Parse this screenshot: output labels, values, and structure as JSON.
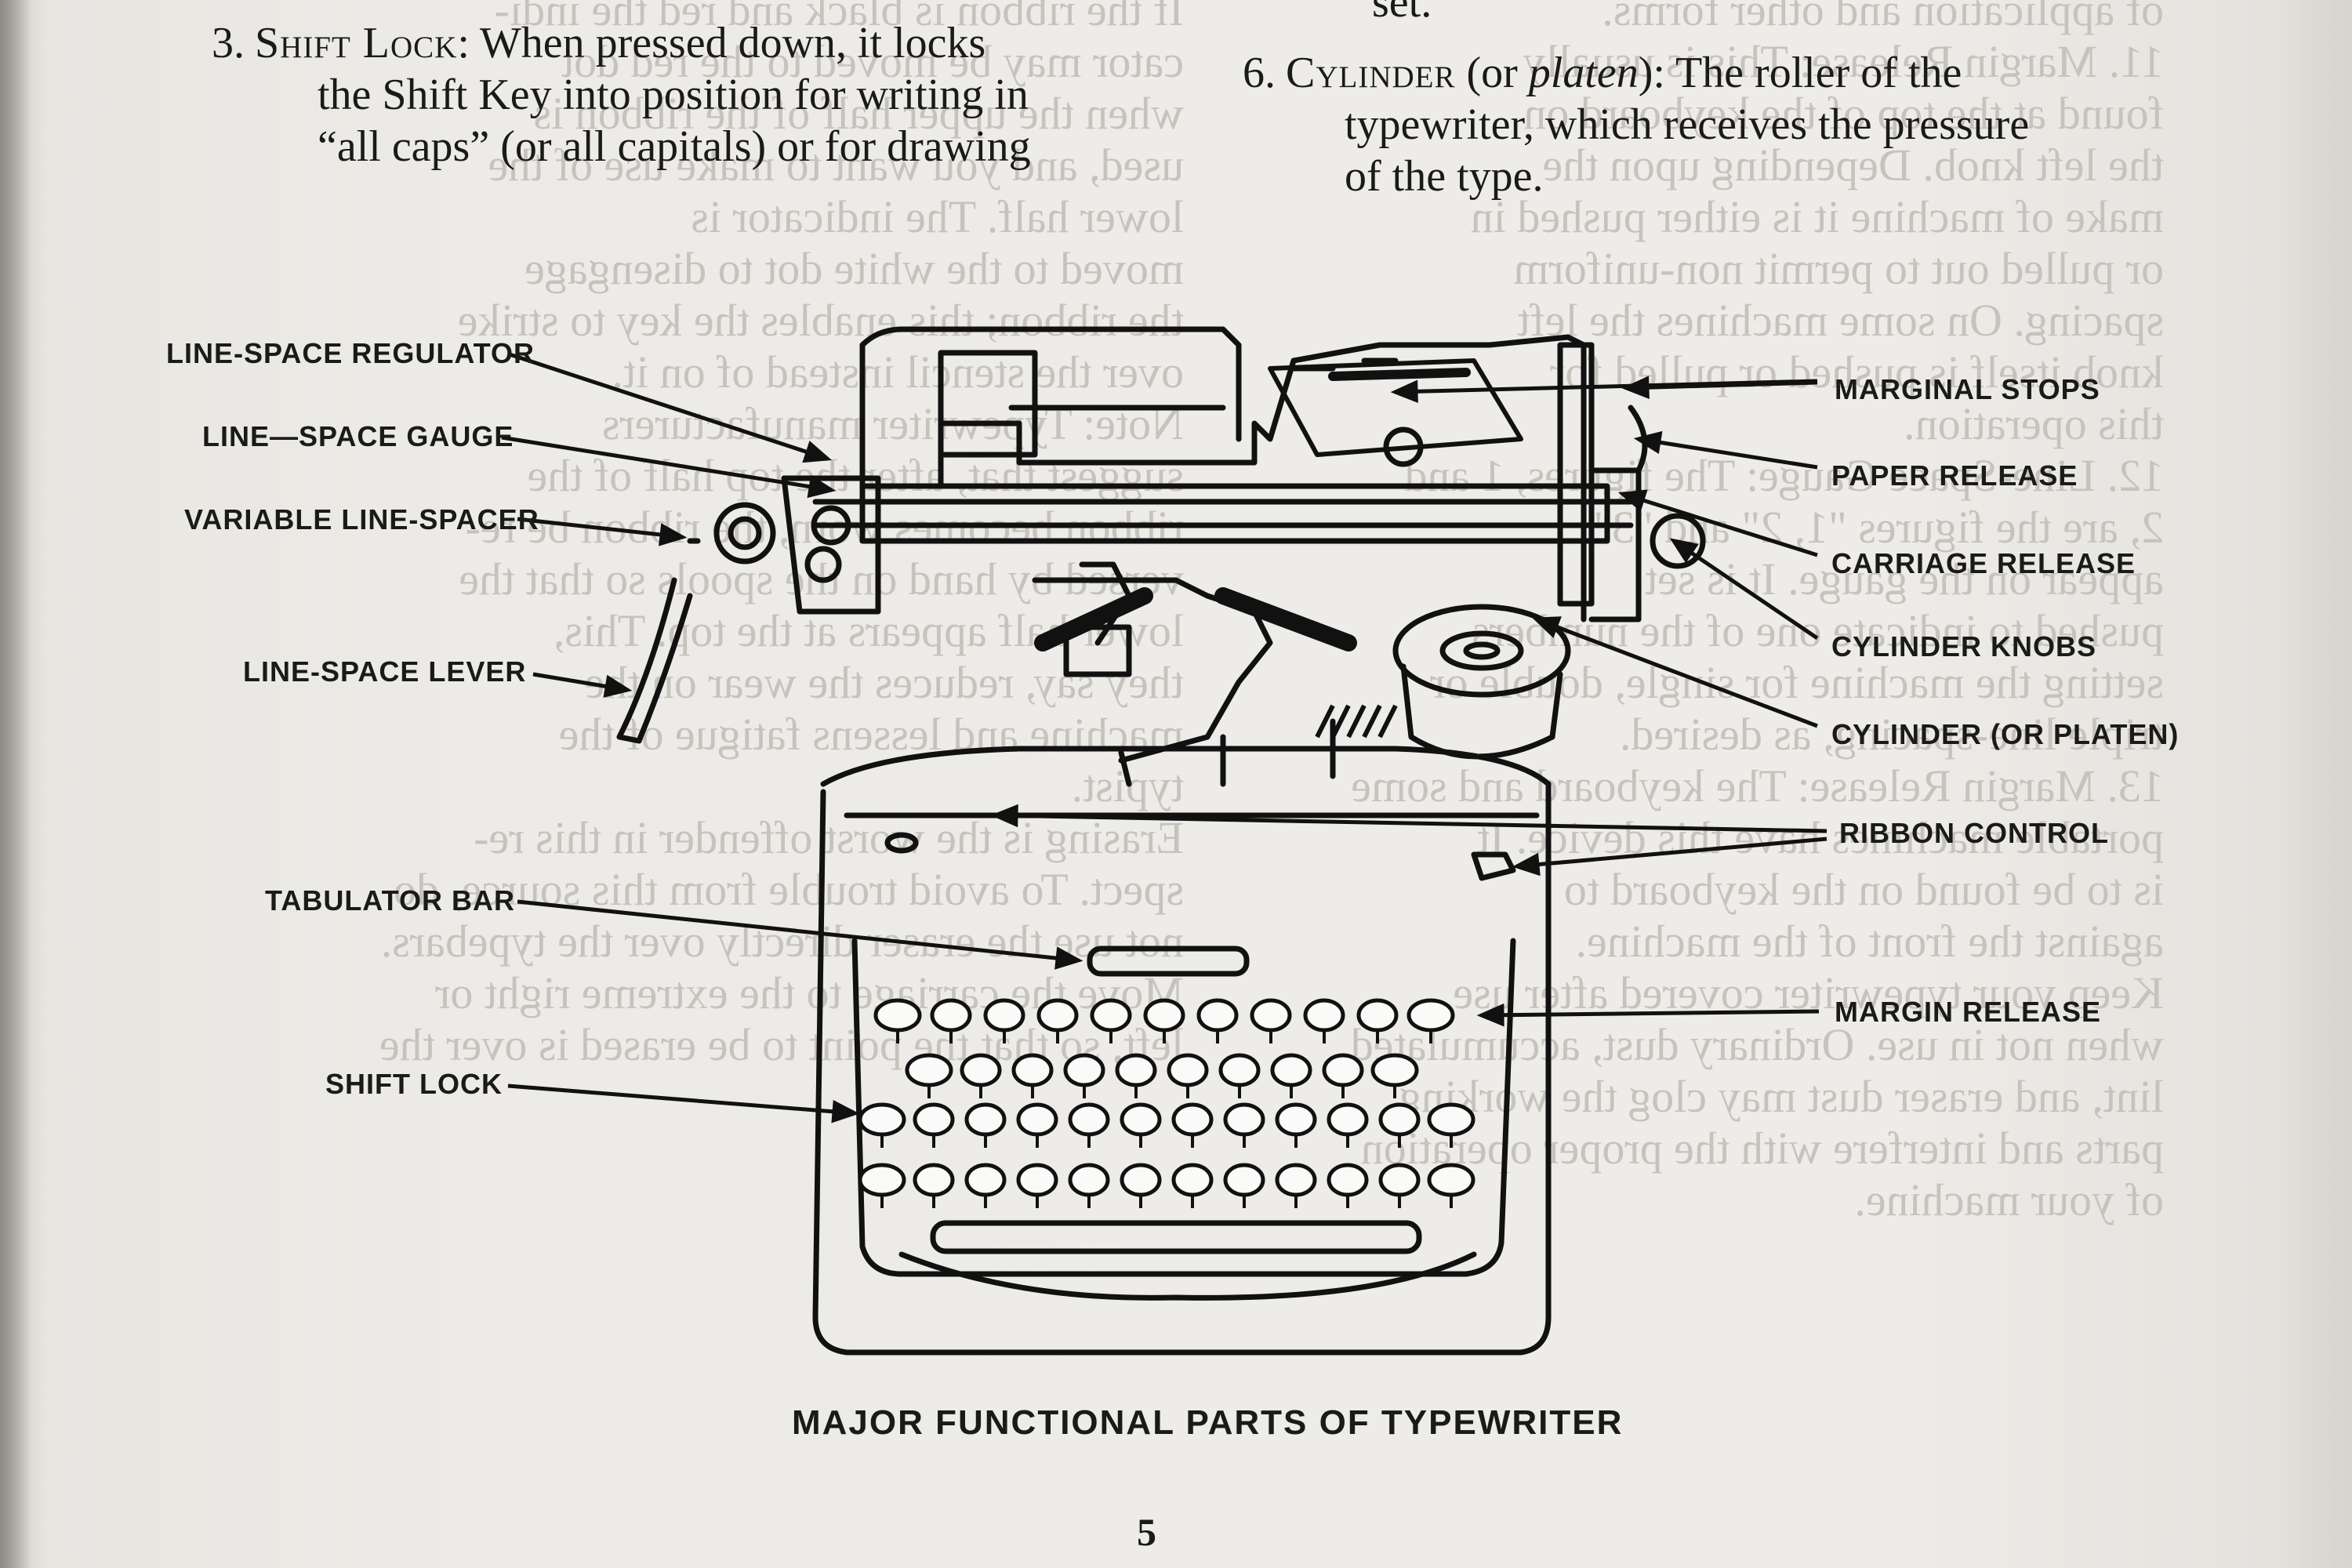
{
  "para_shift": {
    "num": "3.",
    "term": "Shift Lock",
    "lines": [
      ": When pressed down, it locks",
      "the Shift Key into position for writing in",
      "“all caps” (or all capitals) or for drawing"
    ]
  },
  "para_cyl": {
    "num": "6.",
    "term": "Cylinder",
    "paren_open": " (or ",
    "paren_em": "platen",
    "paren_close": "): The roller of the",
    "lines": [
      "typewriter, which receives the pressure",
      "of the type."
    ]
  },
  "top_fragment": "set.",
  "labels_left": [
    "LINE-SPACE REGULATOR",
    "LINE—SPACE GAUGE",
    "VARIABLE LINE-SPACER",
    "LINE-SPACE LEVER",
    "TABULATOR BAR",
    "SHIFT LOCK"
  ],
  "labels_right": [
    "MARGINAL STOPS",
    "PAPER RELEASE",
    "CARRIAGE RELEASE",
    "CYLINDER KNOBS",
    "CYLINDER (OR PLATEN)",
    "RIBBON CONTROL",
    "MARGIN RELEASE"
  ],
  "caption": "MAJOR FUNCTIONAL PARTS OF TYPEWRITER",
  "page_number": "5",
  "bleed_left": [
    "If the ribbon is black and red the indi-",
    "cator may be moved to the red dot",
    "when the upper half of the ribbon is",
    "used, and you want to make use of the",
    "lower half. The indicator is",
    "moved to the white dot to disengage",
    "the ribbon; this enables the key to strike",
    "over the stencil instead of on it.",
    "Note: Typewriter manufacturers",
    "suggest that, after the top half of the",
    "ribbon becomes worn, the ribbon be re-",
    "versed by hand on the spools so that the",
    "lower half appears at the top. This,",
    "they say, reduces the wear on the",
    "machine and lessens fatigue of the",
    "typist.",
    "Erasing is the worst offender in this re-",
    "spect. To avoid trouble from this source, do",
    "not use the eraser directly over the typebars.",
    "Move the carriage to the extreme right or",
    "left, so that the point to be erased is over the"
  ],
  "bleed_right": [
    "of application and other forms.",
    "11. Margin Release: This is usually",
    "found at the top of the keyboard on",
    "the left knob. Depending upon the",
    "make of machine it is either pushed in",
    "or pulled out to permit non-uniform",
    "spacing. On some machines the left",
    "knob itself is pushed or pulled for",
    "this operation.",
    "12. Line-Space Gauge: The figures, 1 and",
    "2, are the figures \"1, 2\" and \"3\"",
    "appear on the gauge. It is set",
    "pushed to indicate one of the numbers",
    "setting the machine for single, double or",
    "triple line-spacing, as desired.",
    "13. Margin Release: The keyboard and some",
    "portable machines have this device. It",
    "is to be found on the keyboard to",
    "against the front of the machine.",
    "Keep your typewriter covered after use",
    "when not in use. Ordinary dust, accumulated",
    "lint, and eraser dust may clog the working",
    "parts and interfere with the proper operation",
    "of your machine."
  ]
}
